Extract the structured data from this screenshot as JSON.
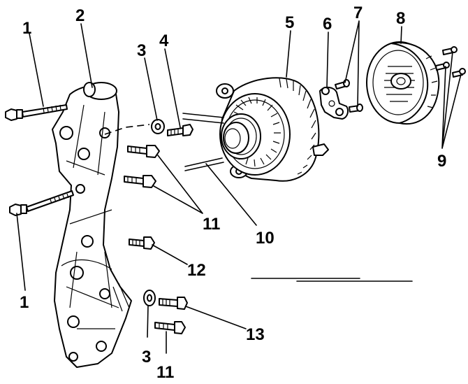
{
  "callouts": [
    {
      "id": "1a",
      "text": "1"
    },
    {
      "id": "2",
      "text": "2"
    },
    {
      "id": "3a",
      "text": "3"
    },
    {
      "id": "4",
      "text": "4"
    },
    {
      "id": "5",
      "text": "5"
    },
    {
      "id": "6",
      "text": "6"
    },
    {
      "id": "7",
      "text": "7"
    },
    {
      "id": "8",
      "text": "8"
    },
    {
      "id": "9",
      "text": "9"
    },
    {
      "id": "11a",
      "text": "11"
    },
    {
      "id": "10",
      "text": "10"
    },
    {
      "id": "12",
      "text": "12"
    },
    {
      "id": "1b",
      "text": "1"
    },
    {
      "id": "13",
      "text": "13"
    },
    {
      "id": "3b",
      "text": "3"
    },
    {
      "id": "11b",
      "text": "11"
    }
  ]
}
